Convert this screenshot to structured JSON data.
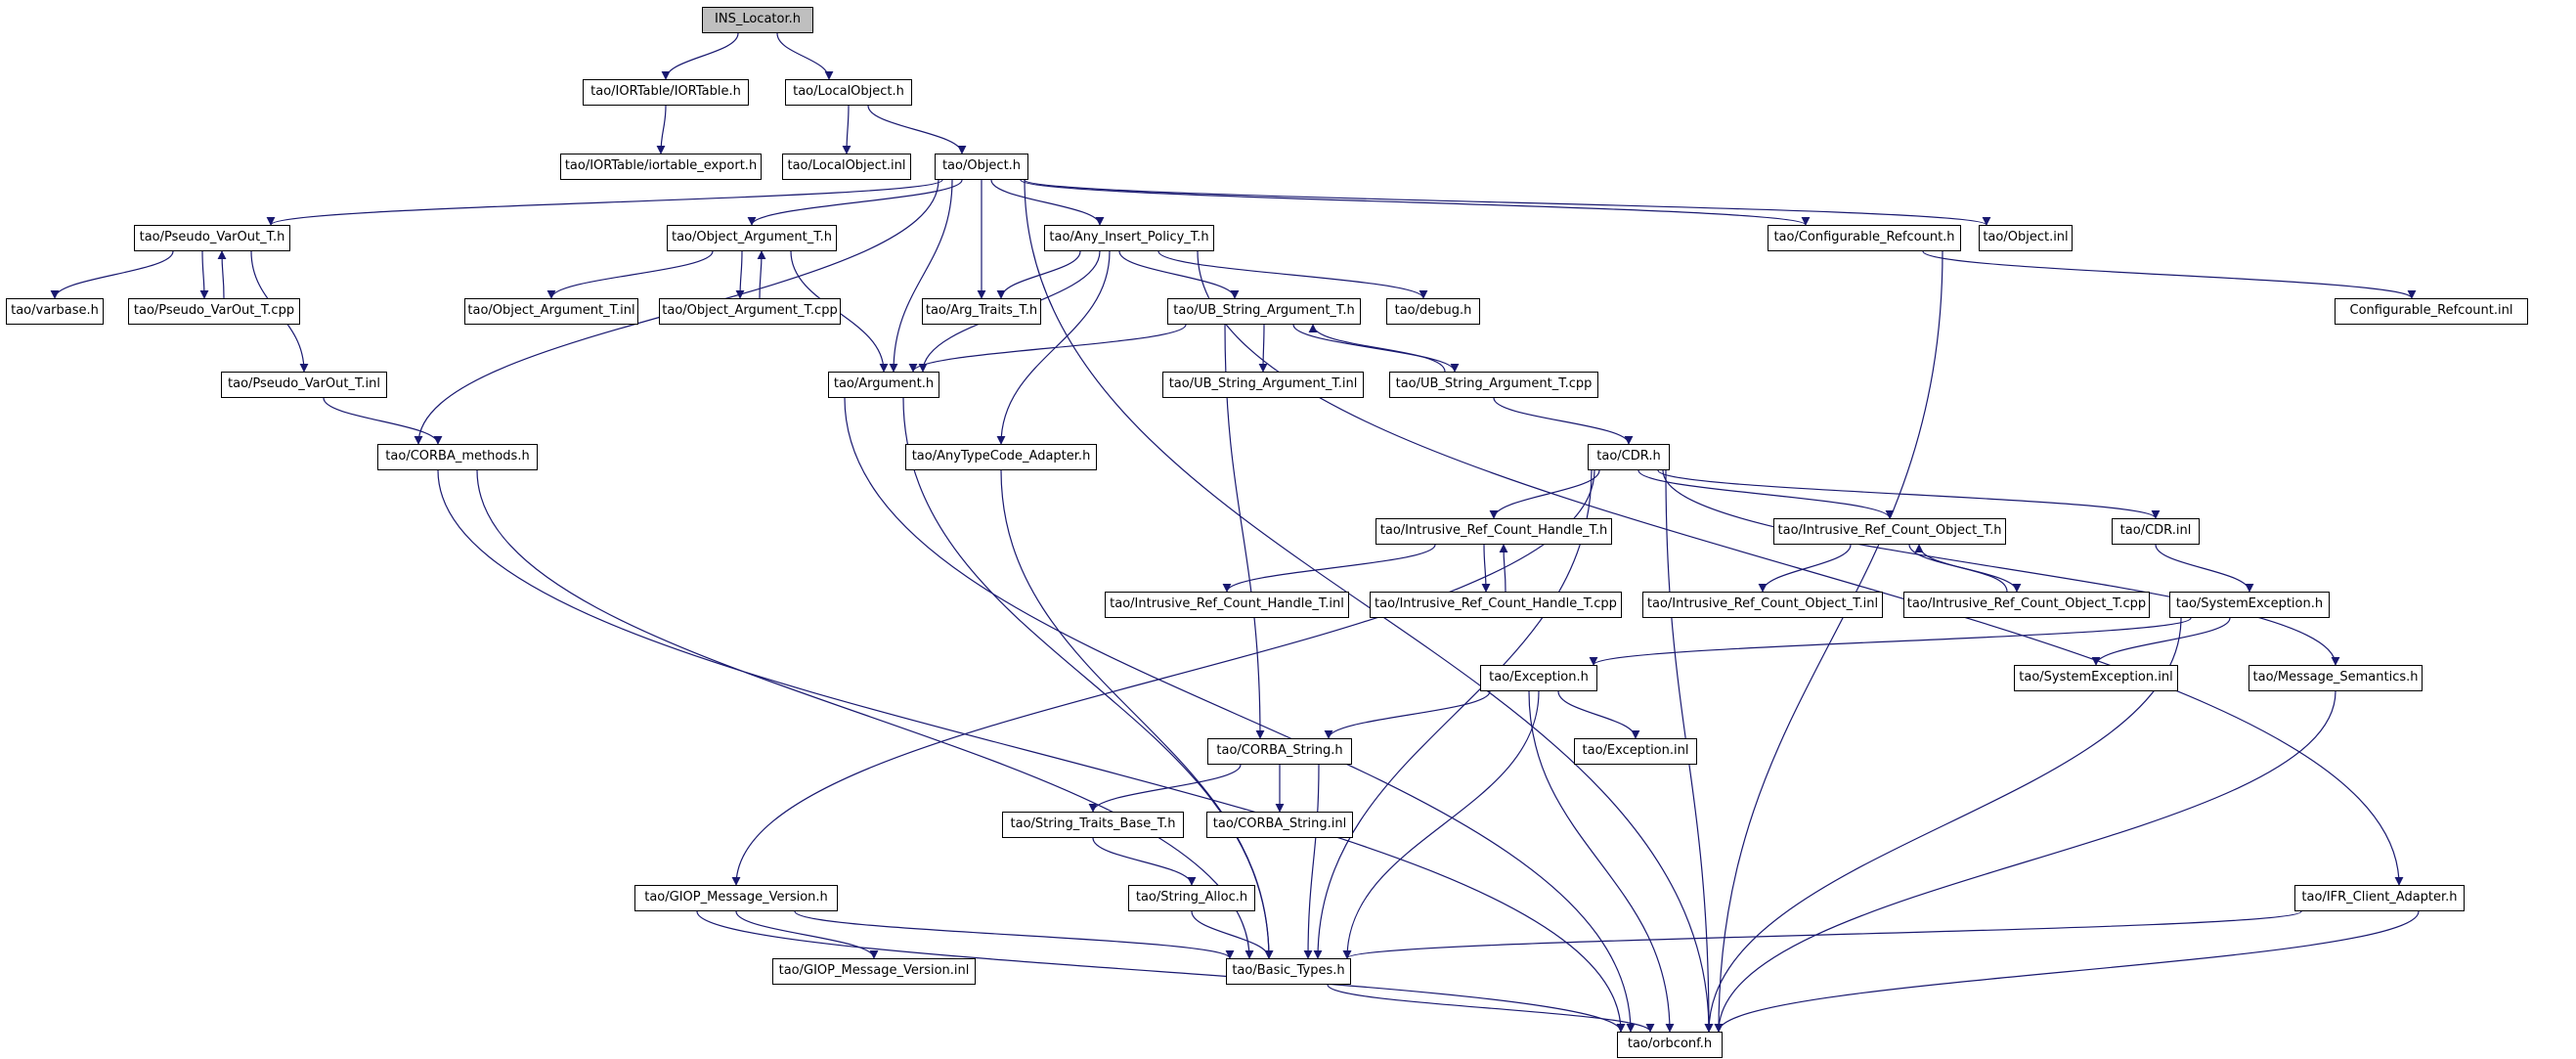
{
  "colors": {
    "edge": "#191970",
    "node_border": "#000000",
    "node_fill": "#ffffff",
    "root_fill": "#bfbfbf"
  },
  "nodes": [
    {
      "id": "ins_locator_h",
      "label": "INS_Locator.h",
      "root": true
    },
    {
      "id": "iortable_h",
      "label": "tao/IORTable/IORTable.h"
    },
    {
      "id": "localobject_h",
      "label": "tao/LocalObject.h"
    },
    {
      "id": "iortable_export_h",
      "label": "tao/IORTable/iortable_export.h"
    },
    {
      "id": "localobject_inl",
      "label": "tao/LocalObject.inl"
    },
    {
      "id": "object_h",
      "label": "tao/Object.h"
    },
    {
      "id": "pseudo_varout_h",
      "label": "tao/Pseudo_VarOut_T.h"
    },
    {
      "id": "object_argument_h",
      "label": "tao/Object_Argument_T.h"
    },
    {
      "id": "any_insert_policy_h",
      "label": "tao/Any_Insert_Policy_T.h"
    },
    {
      "id": "configurable_refcount_h",
      "label": "tao/Configurable_Refcount.h"
    },
    {
      "id": "object_inl",
      "label": "tao/Object.inl"
    },
    {
      "id": "varbase_h",
      "label": "tao/varbase.h"
    },
    {
      "id": "pseudo_varout_cpp",
      "label": "tao/Pseudo_VarOut_T.cpp"
    },
    {
      "id": "object_argument_inl",
      "label": "tao/Object_Argument_T.inl"
    },
    {
      "id": "object_argument_cpp",
      "label": "tao/Object_Argument_T.cpp"
    },
    {
      "id": "arg_traits_h",
      "label": "tao/Arg_Traits_T.h"
    },
    {
      "id": "ub_string_argument_h",
      "label": "tao/UB_String_Argument_T.h"
    },
    {
      "id": "debug_h",
      "label": "tao/debug.h"
    },
    {
      "id": "configurable_refcount_inl",
      "label": "Configurable_Refcount.inl"
    },
    {
      "id": "pseudo_varout_inl",
      "label": "tao/Pseudo_VarOut_T.inl"
    },
    {
      "id": "argument_h",
      "label": "tao/Argument.h"
    },
    {
      "id": "ub_string_argument_inl",
      "label": "tao/UB_String_Argument_T.inl"
    },
    {
      "id": "ub_string_argument_cpp",
      "label": "tao/UB_String_Argument_T.cpp"
    },
    {
      "id": "corba_methods_h",
      "label": "tao/CORBA_methods.h"
    },
    {
      "id": "anytypecode_adapter_h",
      "label": "tao/AnyTypeCode_Adapter.h"
    },
    {
      "id": "cdr_h",
      "label": "tao/CDR.h"
    },
    {
      "id": "irch_h",
      "label": "tao/Intrusive_Ref_Count_Handle_T.h"
    },
    {
      "id": "irco_h",
      "label": "tao/Intrusive_Ref_Count_Object_T.h"
    },
    {
      "id": "cdr_inl",
      "label": "tao/CDR.inl"
    },
    {
      "id": "irch_inl",
      "label": "tao/Intrusive_Ref_Count_Handle_T.inl"
    },
    {
      "id": "irch_cpp",
      "label": "tao/Intrusive_Ref_Count_Handle_T.cpp"
    },
    {
      "id": "irco_inl",
      "label": "tao/Intrusive_Ref_Count_Object_T.inl"
    },
    {
      "id": "irco_cpp",
      "label": "tao/Intrusive_Ref_Count_Object_T.cpp"
    },
    {
      "id": "systemexception_h",
      "label": "tao/SystemException.h"
    },
    {
      "id": "exception_h",
      "label": "tao/Exception.h"
    },
    {
      "id": "systemexception_inl",
      "label": "tao/SystemException.inl"
    },
    {
      "id": "message_semantics_h",
      "label": "tao/Message_Semantics.h"
    },
    {
      "id": "corba_string_h",
      "label": "tao/CORBA_String.h"
    },
    {
      "id": "exception_inl",
      "label": "tao/Exception.inl"
    },
    {
      "id": "string_traits_base_h",
      "label": "tao/String_Traits_Base_T.h"
    },
    {
      "id": "corba_string_inl",
      "label": "tao/CORBA_String.inl"
    },
    {
      "id": "giop_message_version_h",
      "label": "tao/GIOP_Message_Version.h"
    },
    {
      "id": "string_alloc_h",
      "label": "tao/String_Alloc.h"
    },
    {
      "id": "ifr_client_adapter_h",
      "label": "tao/IFR_Client_Adapter.h"
    },
    {
      "id": "giop_message_version_inl",
      "label": "tao/GIOP_Message_Version.inl"
    },
    {
      "id": "basic_types_h",
      "label": "tao/Basic_Types.h"
    },
    {
      "id": "orbconf_h",
      "label": "tao/orbconf.h"
    }
  ]
}
